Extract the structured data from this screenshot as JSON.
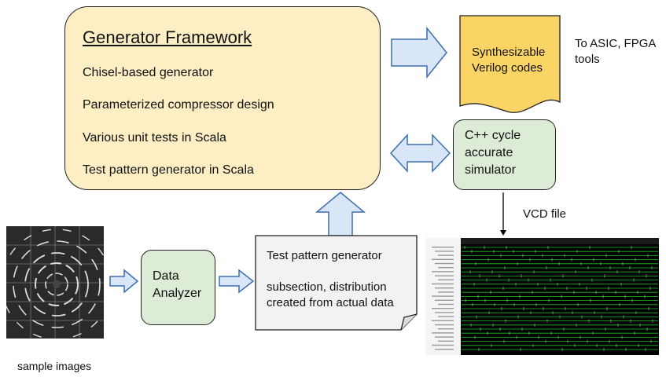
{
  "generator_framework": {
    "title": "Generator Framework",
    "items": [
      "Chisel-based generator",
      "Parameterized compressor design",
      "Various unit tests in Scala",
      "Test pattern generator in Scala"
    ]
  },
  "verilog": {
    "line1": "Synthesizable",
    "line2": "Verilog codes"
  },
  "asic_note": {
    "line1": "To ASIC, FPGA",
    "line2": "tools"
  },
  "simulator": {
    "line1": "C++ cycle",
    "line2": "accurate",
    "line3": "simulator"
  },
  "vcd_label": "VCD file",
  "data_analyzer": {
    "line1": "Data",
    "line2": "Analyzer"
  },
  "test_pattern": {
    "title": "Test pattern generator",
    "line1": "subsection, distribution",
    "line2": "created from actual data"
  },
  "sample_label": "sample images",
  "colors": {
    "framework_fill": "#fdeec4",
    "green_box_fill": "#dcecd6",
    "verilog_fill": "#fbd466",
    "arrow_fill": "#d8e6f7",
    "arrow_stroke": "#3b6fb0",
    "note_fill": "#f2f2f2"
  }
}
